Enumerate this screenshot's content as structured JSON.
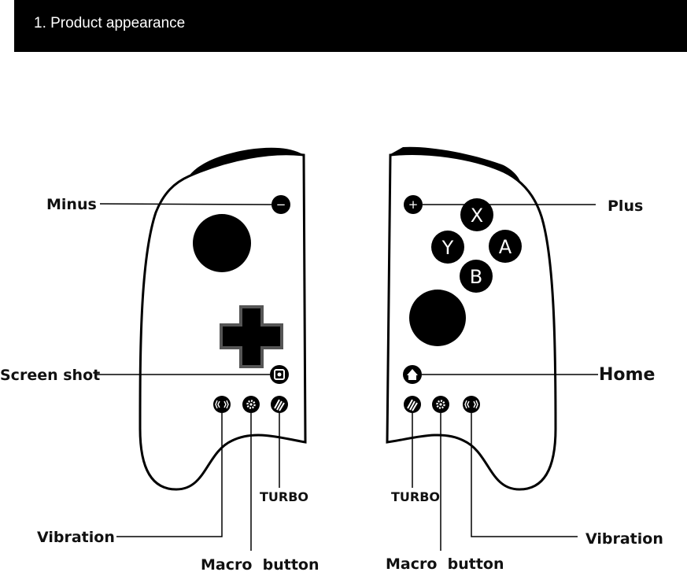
{
  "header": {
    "title": "1. Product appearance"
  },
  "labels": {
    "minus": "Minus",
    "screen_shot": "Screen shot",
    "vibration_left": "Vibration",
    "macro_left": "Macro  button",
    "turbo_left": "TURBO",
    "plus": "Plus",
    "home": "Home",
    "turbo_right": "TURBO",
    "macro_right": "Macro  button",
    "vibration_right": "Vibration"
  },
  "face_buttons": {
    "x": "X",
    "y": "Y",
    "a": "A",
    "b": "B"
  },
  "button_symbols": {
    "minus": "−",
    "plus": "+"
  }
}
